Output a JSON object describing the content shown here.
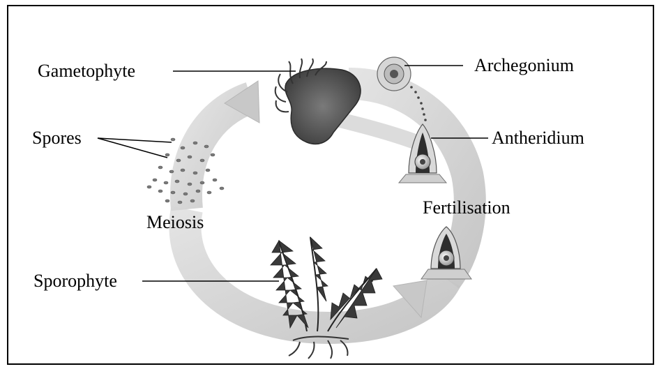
{
  "labels": {
    "gametophyte": "Gametophyte",
    "spores": "Spores",
    "meiosis": "Meiosis",
    "sporophyte": "Sporophyte",
    "archegonium": "Archegonium",
    "antheridium": "Antheridium",
    "fertilisation": "Fertilisation"
  },
  "colors": {
    "arrow_fill": "#cfcfcf",
    "arrow_edge": "#bdbdbd",
    "plant_dark": "#3a3a3a",
    "organ_light": "#bdbdbd",
    "text": "#000000"
  }
}
